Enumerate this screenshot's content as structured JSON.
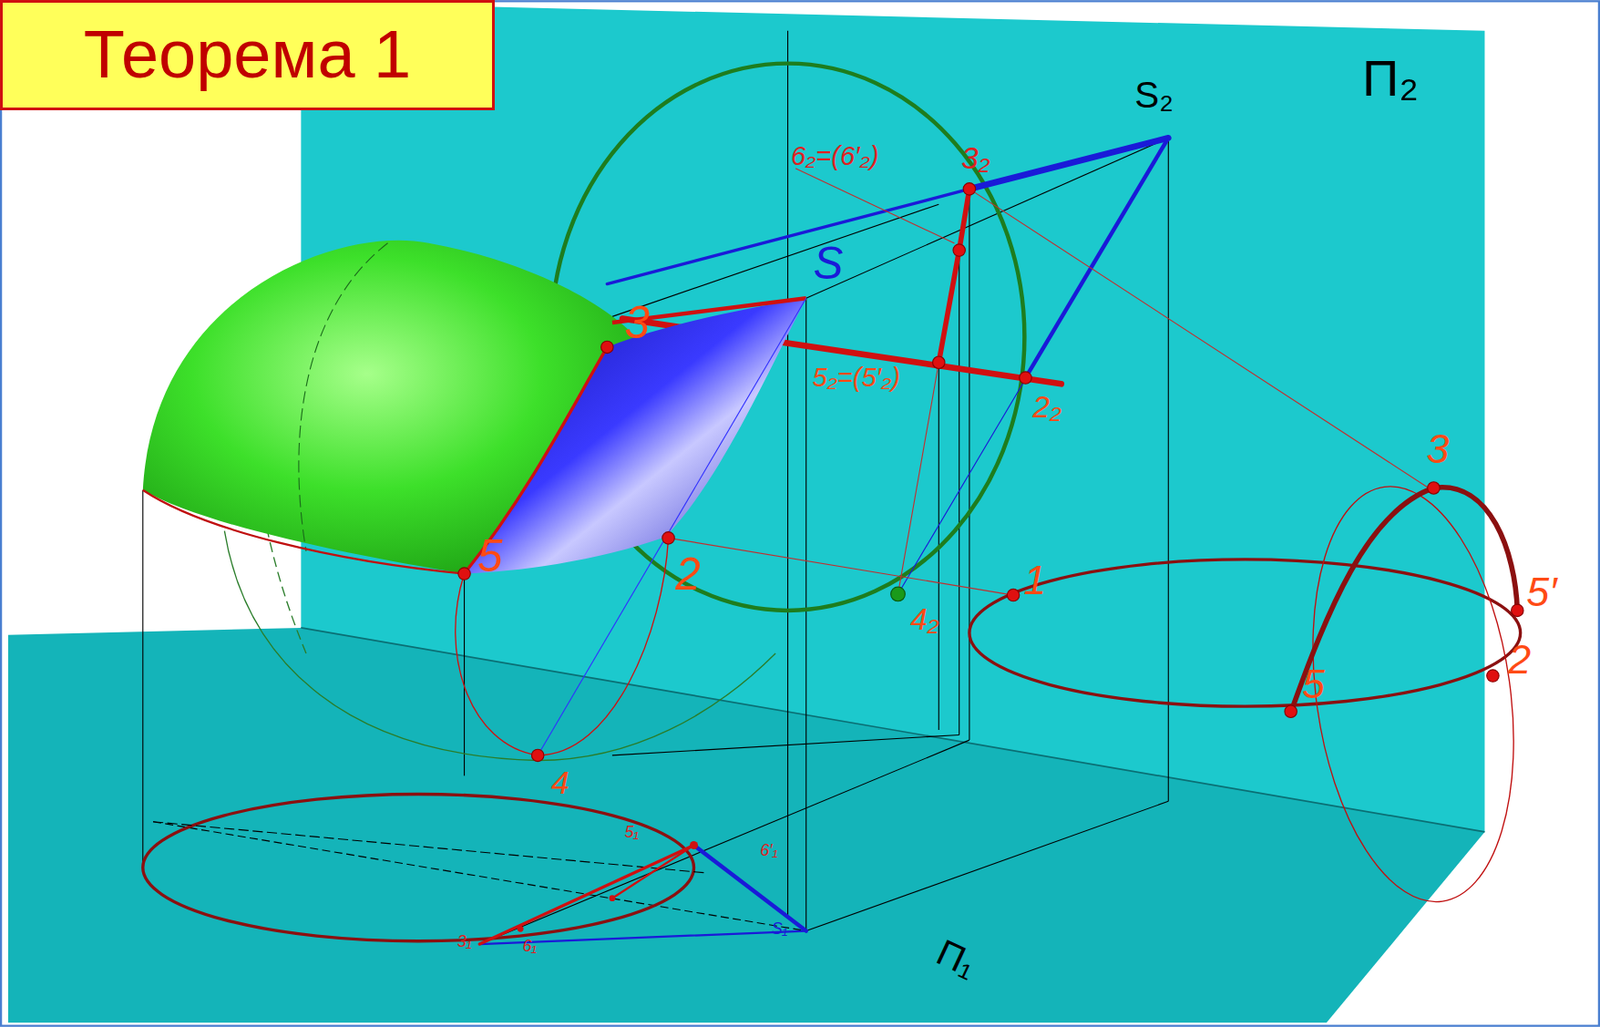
{
  "diagram": {
    "nodes": [
      {
        "text": [
          "Теорема 1"
        ]
      }
    ],
    "edges": [],
    "labels": [
      "П₂",
      "S₂",
      "6₂=(6′₂)",
      "3₂",
      "S",
      "3",
      "5₂=(5′₂)",
      "2₂",
      "5",
      "2",
      "4₂",
      "1",
      "3",
      "5′",
      "2",
      "5",
      "4",
      "П₁",
      "5₁",
      "6′₁",
      "3₁",
      "6₁",
      "S₁"
    ]
  }
}
